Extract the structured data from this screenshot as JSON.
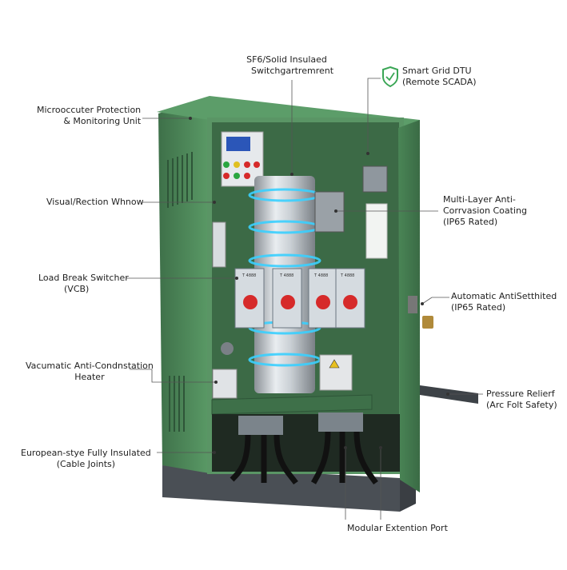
{
  "labels": {
    "sf6": [
      "SF6/Solid Insulaed",
      "Switchgartremrent"
    ],
    "smart_grid": [
      "Smart Grid DTU",
      "(Remote SCADA)"
    ],
    "micro": [
      "Microoccuter Protection",
      "& Monitoring Unit"
    ],
    "visual": [
      "Visual/Rection Whnow"
    ],
    "coating": [
      "Multi-Layer Anti-",
      "Corrvasion Coating",
      "(IP65 Rated)"
    ],
    "load_break": [
      "Load Break Switcher",
      "(VCB)"
    ],
    "automatic": [
      "Automatic AntiSetthited",
      "(IP65 Rated)"
    ],
    "heater": [
      "Vacumatic Anti-Condnstation",
      "Heater"
    ],
    "pressure": [
      "Pressure Relierf",
      "(Arc Folt Safety)"
    ],
    "cable": [
      "European-stye Fully Insulated",
      "(Cable Joints)"
    ],
    "port": [
      "Modular Extention Port"
    ]
  },
  "breaker_tag": "T 4888",
  "colors": {
    "cabinet": "#4f8a5a",
    "cabinet_dark": "#3e7049",
    "shield": "#3aa655",
    "ring": "#3ad0ff",
    "button_red": "#d62a2a"
  }
}
